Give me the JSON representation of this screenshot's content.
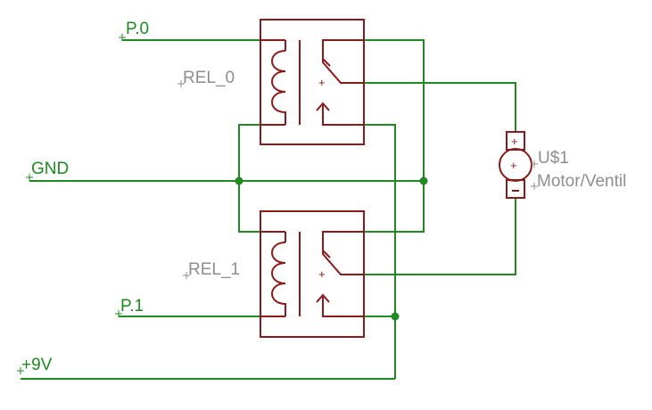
{
  "nets": {
    "p0": "P.0",
    "gnd": "GND",
    "p1": "P.1",
    "v9": "+9V"
  },
  "components": {
    "rel0": {
      "name": "REL_0"
    },
    "rel1": {
      "name": "REL_1"
    },
    "motor": {
      "name": "U$1",
      "value": "Motor/Ventil"
    }
  },
  "colors": {
    "wire": "#1f8a1f",
    "part": "#8b1a1a",
    "label": "#8e8e8e"
  }
}
